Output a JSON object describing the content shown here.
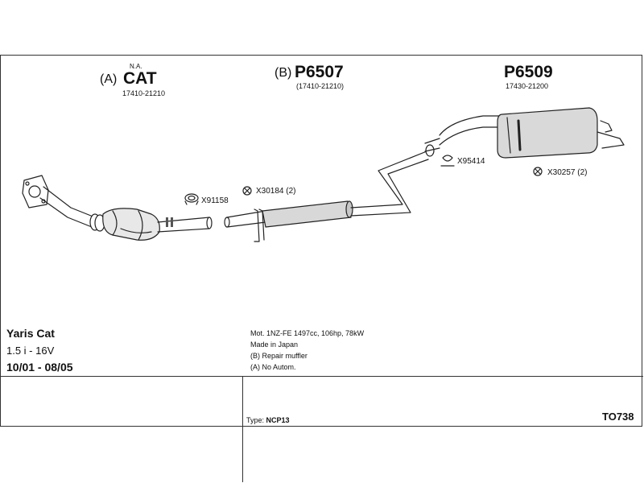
{
  "header": {
    "cat": {
      "prefix": "(A)",
      "note": "N.A.",
      "name": "CAT",
      "oe": "17410-21210"
    },
    "middle": {
      "prefix": "(B)",
      "name": "P6507",
      "oe": "(17410-21210)"
    },
    "rear": {
      "name": "P6509",
      "oe": "17430-21200"
    }
  },
  "parts": {
    "gasket": "X91158",
    "clamp_a": "X30184 (2)",
    "hanger": "X95414",
    "clamp_b": "X30257 (2)"
  },
  "vehicle": {
    "model": "Yaris Cat",
    "engine": "1.5 i - 16V",
    "years": "10/01 - 08/05"
  },
  "notes": [
    "Mot. 1NZ-FE 1497cc, 106hp, 78kW",
    "Made in Japan",
    "(B) Repair muffler",
    "(A) No Autom."
  ],
  "type": {
    "label": "Type:",
    "value": "NCP13"
  },
  "catalog_code": "TO738"
}
